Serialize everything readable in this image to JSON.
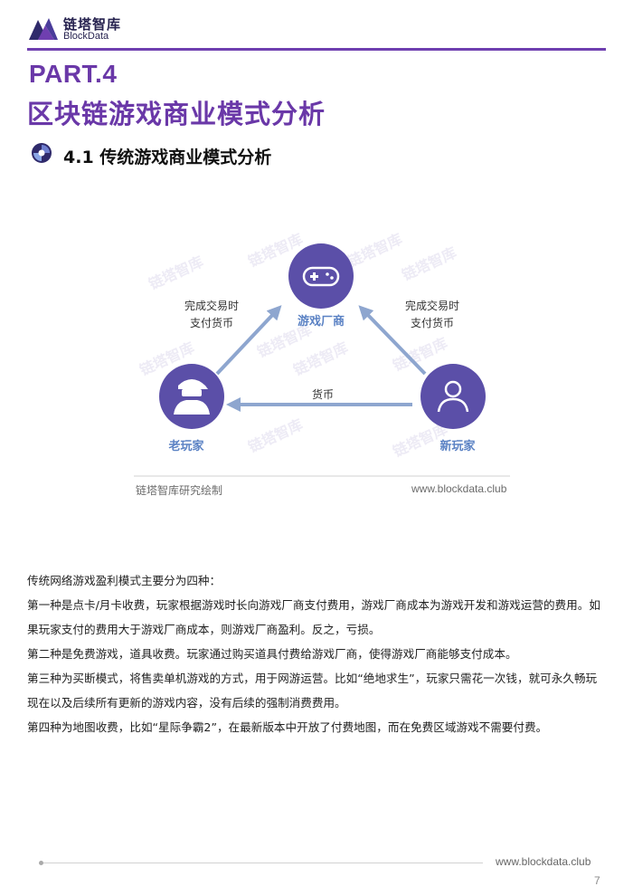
{
  "header": {
    "logo_cn": "链塔智库",
    "logo_en": "BlockData",
    "brand_color": "#6f3fb0"
  },
  "part": {
    "label": "PART.4",
    "title": "区块链游戏商业模式分析"
  },
  "section": {
    "icon": "section-bullet-icon",
    "title": "4.1 传统游戏商业模式分析"
  },
  "diagram": {
    "nodes": {
      "vendor": {
        "label": "游戏厂商",
        "icon": "gamepad-icon"
      },
      "old_player": {
        "label": "老玩家",
        "icon": "player-cap-icon"
      },
      "new_player": {
        "label": "新玩家",
        "icon": "person-icon"
      }
    },
    "left_edge_line1": "完成交易时",
    "left_edge_line2": "支付货币",
    "right_edge_line1": "完成交易时",
    "right_edge_line2": "支付货币",
    "bottom_edge": "货币",
    "watermark": "链塔智库",
    "caption_left": "链塔智库研究绘制",
    "caption_right": "www.blockdata.club",
    "node_color": "#5b4fa8",
    "arrow_color": "#8ea6cf"
  },
  "body": {
    "p1": "传统网络游戏盈利模式主要分为四种：",
    "p2": "第一种是点卡/月卡收费，玩家根据游戏时长向游戏厂商支付费用，游戏厂商成本为游戏开发和游戏运营的费用。如果玩家支付的费用大于游戏厂商成本，则游戏厂商盈利。反之，亏损。",
    "p3": "第二种是免费游戏，道具收费。玩家通过购买道具付费给游戏厂商，使得游戏厂商能够支付成本。",
    "p4": "第三种为买断模式，将售卖单机游戏的方式，用于网游运营。比如“绝地求生”，玩家只需花一次钱，就可永久畅玩现在以及后续所有更新的游戏内容，没有后续的强制消费费用。",
    "p5": "第四种为地图收费，比如“星际争霸2”，在最新版本中开放了付费地图，而在免费区域游戏不需要付费。"
  },
  "footer": {
    "url": "www.blockdata.club",
    "page": "7"
  }
}
